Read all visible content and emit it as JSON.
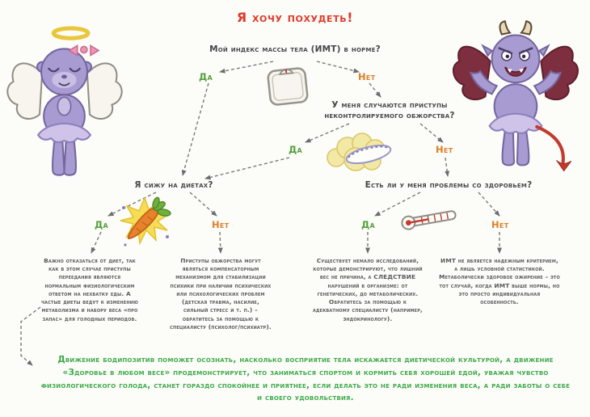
{
  "title": "Я хочу похудеть!",
  "flow": {
    "q1": {
      "text": "Мой индекс массы тела (ИМТ) в норме?"
    },
    "q2": {
      "text": "У меня случаются приступы неконтролируемого обжорства?"
    },
    "q3": {
      "text": "Я сижу на диетах?"
    },
    "q4": {
      "text": "Есть ли у меня проблемы со здоровьем?"
    },
    "yes_label": "Да",
    "no_label": "Нет"
  },
  "advice_boxes": [
    {
      "text": "Важно отказаться от диет, так как в этом случае приступы переедания являются нормальным физиологическим ответом на нехватку еды. А частые диеты ведут к изменению метаболизма и набору веса «про запас» для голодных периодов."
    },
    {
      "text": "Приступы обжорства могут являться компенсаторным механизмом для стабилизации психики при наличии психических или психологических проблем (детская травма, насилие, сильный стресс и т. п.) – обратитесь за помощью к специалисту (психолог/психиатр)."
    },
    {
      "text": "Существует немало исследований, которые демонстрируют, что лишний вес не причина, а СЛЕДСТВИЕ нарушений в организме: от генетических, до метаболических. Обратитесь за помощью к адекватному специалисту (например, эндокринологу)."
    },
    {
      "text": "ИМТ не является надежным критерием, а лишь условной статистикой. Метаболически здоровое ожирение – это тот случай, когда ИМТ выше нормы, но это просто индивидуальная особенность."
    }
  ],
  "footer": {
    "text": "Движение бодипозитив поможет осознать, насколько восприятие тела искажается диетической культурой, а движение «Здоровье в любом весе» продемонстрирует, что заниматься спортом и кормить себя хорошей едой, уважая чувство физиологического голода, станет гораздо спокойнее и приятнее, если делать это не ради изменения веса, а ради заботы о себе и своего удовольствия."
  },
  "illustrations": {
    "left_character": "angel-monster-in-tutu",
    "right_character": "devil-monster-in-tutu",
    "q1_icon": "bathroom-scale",
    "q2_icon": "overturned-plate-mess",
    "q3_icon": "carrot-burst",
    "q4_icon": "thermometer"
  },
  "colors": {
    "title": "#e0392b",
    "yes": "#55a03c",
    "no": "#e07f28",
    "question_text": "#474747",
    "box_text": "#5a5a5a",
    "footer_text": "#3daa4a",
    "background": "#fcfcf8"
  }
}
